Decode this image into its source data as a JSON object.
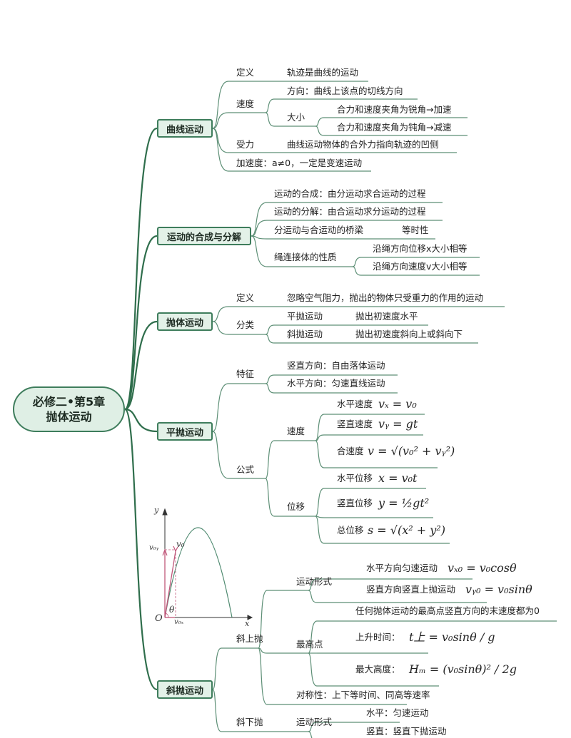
{
  "root": {
    "line1": "必修二•第5章",
    "line2": "抛体运动"
  },
  "curve_motion": {
    "title": "曲线运动",
    "def_label": "定义",
    "def_text": "轨迹是曲线的运动",
    "vel_label": "速度",
    "dir": "方向：曲线上该点的切线方向",
    "mag_label": "大小",
    "acute": "合力和速度夹角为锐角→加速",
    "obtuse": "合力和速度夹角为钝角→减速",
    "force_label": "受力",
    "force_text": "曲线运动物体的合外力指向轨迹的凹侧",
    "accel": "加速度：a≠0，一定是变速运动"
  },
  "composition": {
    "title": "运动的合成与分解",
    "synthesis": "运动的合成：由分运动求合运动的过程",
    "decomposition": "运动的分解：由合运动求分运动的过程",
    "bridge": "分运动与合运动的桥梁",
    "bridge_value": "等时性",
    "rope_label": "绳连接体的性质",
    "rope_disp": "沿绳方向位移x大小相等",
    "rope_vel": "沿绳方向速度v大小相等"
  },
  "projectile": {
    "title": "抛体运动",
    "def_label": "定义",
    "def_text": "忽略空气阻力，抛出的物体只受重力的作用的运动",
    "class_label": "分类",
    "horizontal": "平抛运动",
    "horizontal_desc": "抛出初速度水平",
    "oblique": "斜抛运动",
    "oblique_desc": "抛出初速度斜向上或斜向下"
  },
  "horizontal": {
    "title": "平抛运动",
    "feature_label": "特征",
    "vertical_dir": "竖直方向：自由落体运动",
    "horizontal_dir": "水平方向：匀速直线运动",
    "formula_label": "公式",
    "vel_label": "速度",
    "vx_label": "水平速度",
    "vx": "vₓ = v₀",
    "vy_label": "竖直速度",
    "vy": "vᵧ = gt",
    "v_label": "合速度",
    "v": "v = √(v₀² + vᵧ²)",
    "disp_label": "位移",
    "x_label": "水平位移",
    "x": "x = v₀t",
    "y_label": "竖直位移",
    "y": "y = ½gt²",
    "s_label": "总位移",
    "s": "s = √(x² + y²)"
  },
  "oblique": {
    "title": "斜抛运动",
    "up_label": "斜上抛",
    "form_label": "运动形式",
    "h_motion": "水平方向匀速运动",
    "h_formula": "vₓ₀ = v₀cosθ",
    "v_motion": "竖直方向竖直上抛运动",
    "v_formula": "vᵧ₀ = v₀sinθ",
    "top_label": "最高点",
    "top_desc": "任何抛体运动的最高点竖直方向的末速度都为0",
    "rise_label": "上升时间：",
    "rise_formula": "t上 = v₀sinθ / g",
    "height_label": "最大高度：",
    "height_formula": "Hₘ = (v₀sinθ)² / 2g",
    "symmetry": "对称性：上下等时间、同高等速率",
    "down_label": "斜下抛",
    "down_form_label": "运动形式",
    "down_h": "水平：匀速运动",
    "down_v": "竖直：竖直下抛运动"
  },
  "diagram": {
    "y_axis": "y",
    "x_axis": "x",
    "origin": "O",
    "v0": "v₀",
    "v0y": "v₀ᵧ",
    "v0x": "v₀ₓ",
    "angle": "θ"
  },
  "colors": {
    "branch": "#2f6e4c",
    "line": "#5d8f76",
    "box_fill": "#e3f1e8",
    "vector": "#c0577a"
  }
}
